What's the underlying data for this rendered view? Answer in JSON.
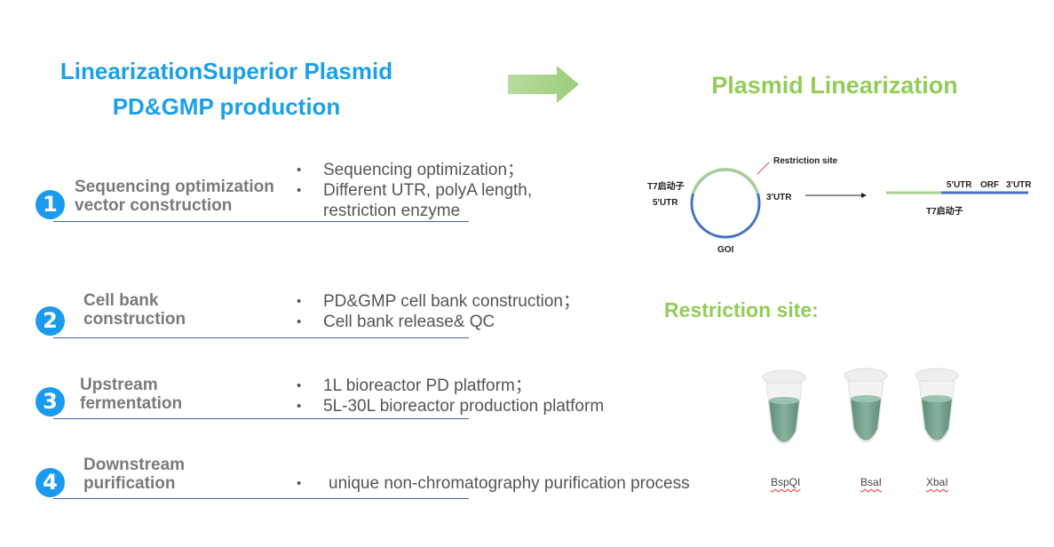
{
  "header": {
    "title_line1": "LinearizationSuperior Plasmid",
    "title_line2": "PD&GMP production",
    "right_title": "Plasmid Linearization"
  },
  "steps": [
    {
      "number": "1",
      "name_line1": "Sequencing optimization",
      "name_line2": "vector construction",
      "bullets": [
        [
          "Sequencing optimization；"
        ],
        [
          "Different UTR, polyA length,",
          "restriction enzyme"
        ]
      ]
    },
    {
      "number": "2",
      "name_line1": "Cell bank",
      "name_line2": "construction",
      "bullets": [
        [
          "PD&GMP cell bank construction；"
        ],
        [
          "Cell bank release& QC"
        ]
      ]
    },
    {
      "number": "3",
      "name_line1": "Upstream",
      "name_line2": "fermentation",
      "bullets": [
        [
          "1L bioreactor PD platform；"
        ],
        [
          "5L-30L bioreactor production platform"
        ]
      ]
    },
    {
      "number": "4",
      "name_line1": "Downstream",
      "name_line2": "purification",
      "bullets": [
        [
          "unique non-chromatography purification process"
        ]
      ]
    }
  ],
  "bullet_symbol": "•",
  "diagram": {
    "restriction_site": "Restriction site",
    "t7_left": "T7启动子",
    "utr5_left": "5'UTR",
    "utr3_circle": "3'UTR",
    "goi": "GOI",
    "utr5_linear": "5'UTR",
    "orf": "ORF",
    "utr3_linear": "3'UTR",
    "t7_linear": "T7启动子"
  },
  "restriction": {
    "title": "Restriction site:",
    "enzymes": [
      "BspQI",
      "BsaI",
      "XbaI"
    ]
  },
  "colors": {
    "title_blue": "#1aa0e6",
    "green": "#92cd55",
    "step_blue": "#1a9bf0",
    "plasmid_blue": "#4472c4",
    "plasmid_green": "#a9d18e",
    "tube_liquid": "#6f9c87"
  }
}
